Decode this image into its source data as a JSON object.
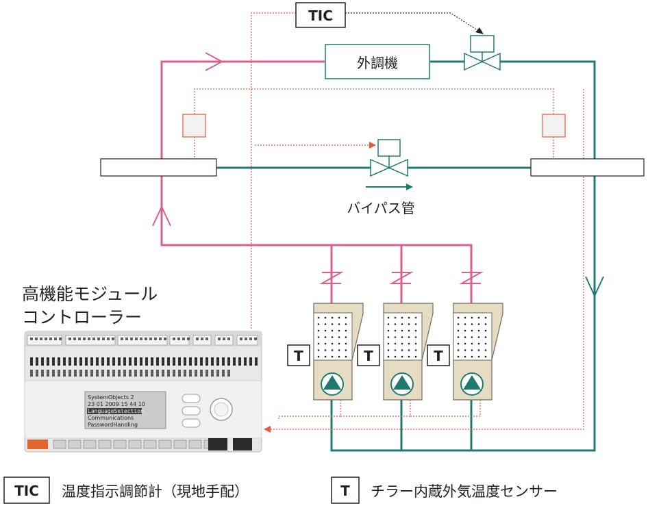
{
  "colors": {
    "supply_pipe": "#dc5e8c",
    "return_pipe": "#1e7a6e",
    "signal_line": "#e8553a",
    "sensor_box": "#f2f2f2",
    "chiller_body": "#e6dcc4",
    "pump_fill": "#1e7a6e",
    "controller_body": "#e7e8e6",
    "lcd": "#c9ccc8"
  },
  "labels": {
    "tic_box": "TIC",
    "ahu": "外調機",
    "bypass": "バイパス管",
    "controller_title_line1": "高機能モジュール",
    "controller_title_line2": "コントローラー",
    "chiller_sensor": "T"
  },
  "lcd": {
    "line1": "SystemObjects  2",
    "line2": "23 01 2009    15 44 10",
    "line3": "LanguageSelection",
    "line4": "Communications",
    "line5": "PasswordHandling"
  },
  "legend": {
    "tic_symbol": "TIC",
    "tic_text": "温度指示調節計（現地手配）",
    "t_symbol": "T",
    "t_text": "チラー内蔵外気温度センサー"
  },
  "icons": {
    "valve": "two-way-valve-icon",
    "pump": "pump-icon",
    "check": "check-valve-icon"
  }
}
